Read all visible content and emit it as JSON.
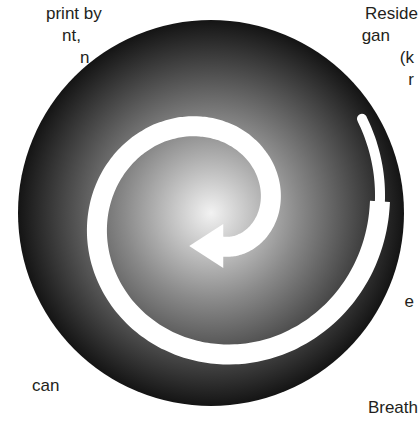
{
  "diagram": {
    "labels": [
      "print by",
      "nt,",
      "n",
      "Reside",
      "gan",
      "(k",
      "r",
      "e",
      "can",
      "Breath"
    ]
  }
}
